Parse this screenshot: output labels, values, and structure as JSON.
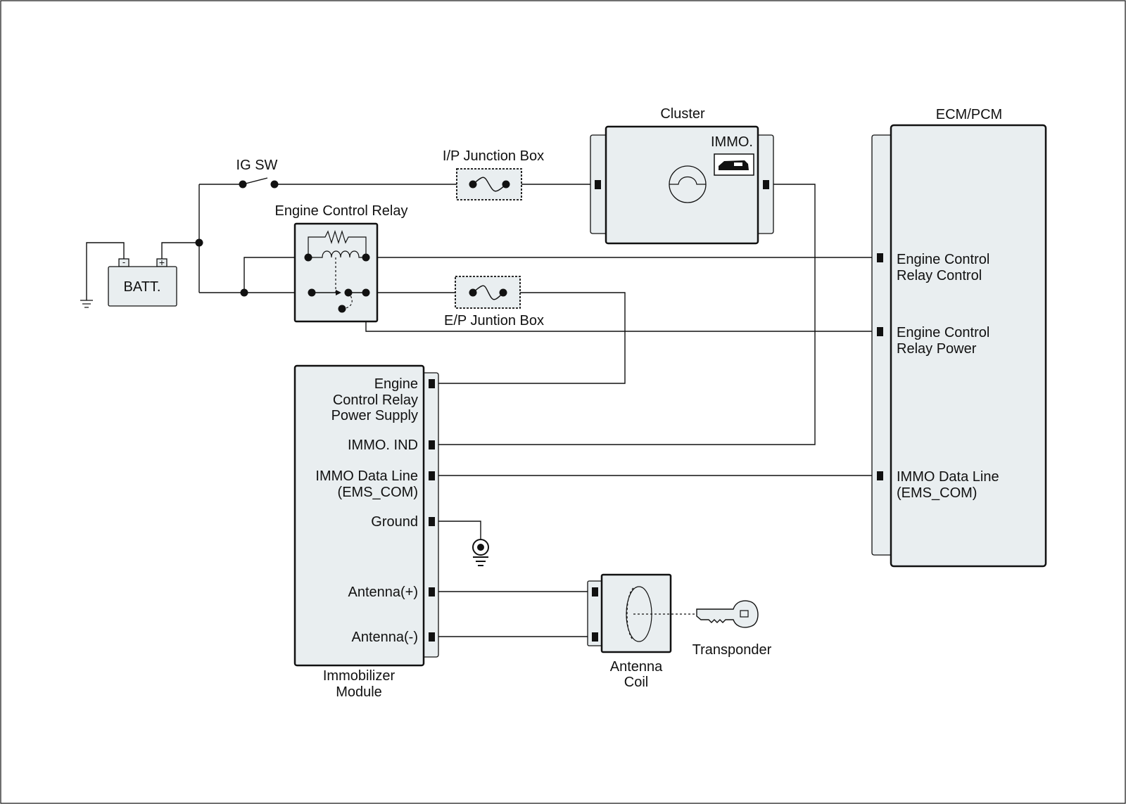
{
  "labels": {
    "ig_sw": "IG SW",
    "ip_junction_box": "I/P Junction Box",
    "ep_junction_box": "E/P Juntion Box",
    "engine_control_relay": "Engine Control Relay",
    "battery": "BATT.",
    "battery_minus": "-",
    "battery_plus": "+",
    "cluster": "Cluster",
    "cluster_immo": "IMMO.",
    "ecm_pcm": "ECM/PCM",
    "transponder": "Transponder",
    "antenna_coil_line1": "Antenna",
    "antenna_coil_line2": "Coil",
    "immobilizer_line1": "Immobilizer",
    "immobilizer_line2": "Module"
  },
  "ecm_pins": {
    "relay_control_line1": "Engine Control",
    "relay_control_line2": "Relay Control",
    "relay_power_line1": "Engine Control",
    "relay_power_line2": "Relay Power",
    "immo_data_line1": "IMMO Data Line",
    "immo_data_line2": "(EMS_COM)"
  },
  "immobilizer_pins": {
    "relay_supply_line1": "Engine",
    "relay_supply_line2": "Control Relay",
    "relay_supply_line3": "Power Supply",
    "immo_ind": "IMMO. IND",
    "immo_data_line1": "IMMO Data Line",
    "immo_data_line2": "(EMS_COM)",
    "ground": "Ground",
    "antenna_plus": "Antenna(+)",
    "antenna_minus": "Antenna(-)"
  },
  "colors": {
    "component_fill": "#e9eef0",
    "line": "#111111"
  }
}
